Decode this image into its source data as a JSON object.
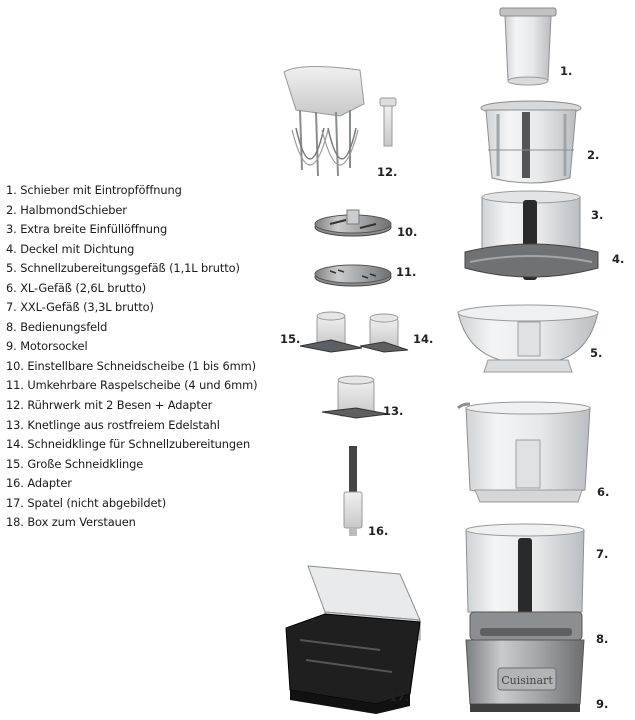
{
  "legend": [
    "1. Schieber mit Eintropföffnung",
    "2. HalbmondSchieber",
    "3. Extra breite Einfüllöffnung",
    "4. Deckel mit Dichtung",
    "5. Schnellzubereitungsgefäß (1,1L brutto)",
    "6. XL-Gefäß (2,6L brutto)",
    "7. XXL-Gefäß (3,3L brutto)",
    "8. Bedienungsfeld",
    "9. Motorsockel",
    "10. Einstellbare Schneidscheibe (1 bis 6mm)",
    "11. Umkehrbare Raspelscheibe (4 und 6mm)",
    "12. Rührwerk mit 2 Besen + Adapter",
    "13. Knetlinge aus rostfreiem Edelstahl",
    "14. Schneidklinge für Schnellzubereitungen",
    "15. Große Schneidklinge",
    "16. Adapter",
    "17. Spatel (nicht abgebildet)",
    "18. Box zum Verstauen"
  ],
  "callouts": {
    "c1": "1.",
    "c2": "2.",
    "c3": "3.",
    "c4": "4.",
    "c5": "5.",
    "c6": "6.",
    "c7": "7.",
    "c8": "8.",
    "c9": "9.",
    "c10": "10.",
    "c11": "11.",
    "c12": "12.",
    "c13": "13.",
    "c14": "14.",
    "c15": "15.",
    "c16": "16.",
    "c17": "17."
  },
  "brand_logo": "Cuisinart"
}
